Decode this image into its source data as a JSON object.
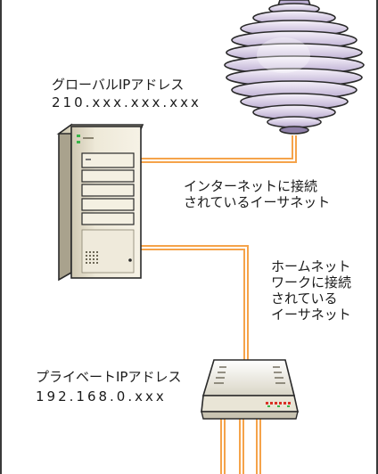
{
  "labels": {
    "global_ip_title": "グローバルIPアドレス",
    "global_ip_value": "210.xxx.xxx.xxx",
    "internet_ethernet_line1": "インターネットに接続",
    "internet_ethernet_line2": "されているイーサネット",
    "home_ethernet_line1": "ホームネット",
    "home_ethernet_line2": "ワークに接続",
    "home_ethernet_line3": "されている",
    "home_ethernet_line4": "イーサネット",
    "private_ip_title": "プライベートIPアドレス",
    "private_ip_value": "192.168.0.xxx"
  },
  "colors": {
    "frame": "#3a3a3a",
    "cable": "#f5a34a",
    "cable_core": "#ffffff",
    "cloud_light": "#f3eef8",
    "cloud_dark": "#7b6b92",
    "server_body": "#ebe6d3",
    "router_body": "#f4f2e8"
  },
  "icons": {
    "internet": "internet-cloud-icon",
    "server": "server-tower-icon",
    "router": "router-icon"
  }
}
